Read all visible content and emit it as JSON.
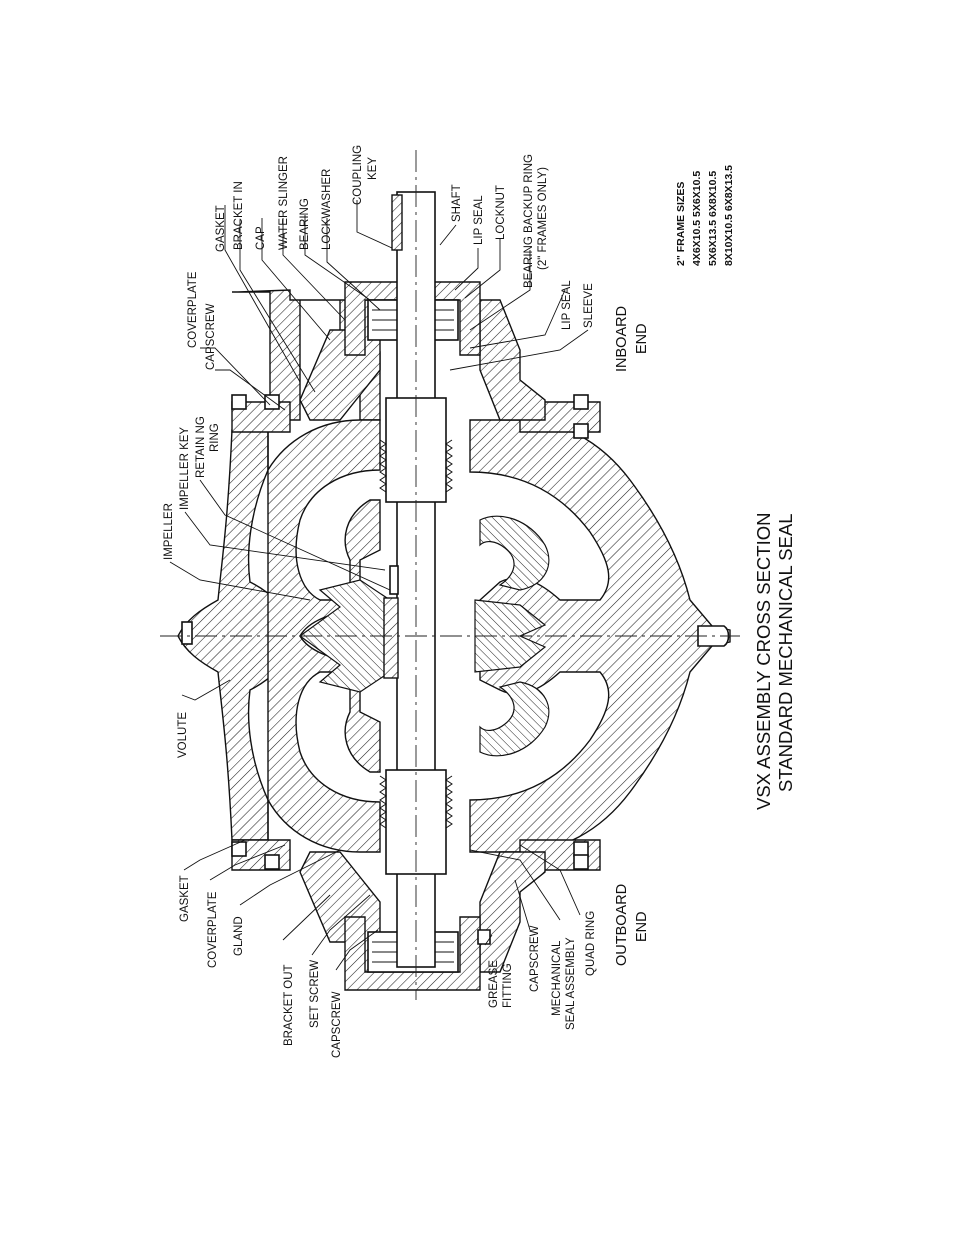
{
  "title": {
    "line1": "VSX ASSEMBLY CROSS SECTION",
    "line2": "STANDARD MECHANICAL SEAL"
  },
  "ends": {
    "inboard": [
      "INBOARD",
      "END"
    ],
    "outboard": [
      "OUTBOARD",
      "END"
    ]
  },
  "frame_sizes": {
    "heading": "2\" FRAME SIZES",
    "rows": [
      "4X6X10.5    5X6X10.5",
      "5X6X13.5    6X8X10.5",
      "8X10X10.5  6X8X13.5"
    ]
  },
  "labels": {
    "coverplate_top": "COVERPLATE",
    "capscrew_top": "CAPSCREW",
    "gasket_top": "GASKET",
    "bracket_in": "BRACKET IN",
    "cap": "CAP",
    "water_slinger": "WATER SLINGER",
    "bearing": "BEARING",
    "lockwasher": "LOCKWASHER",
    "coupling_key": [
      "COUPLING",
      "KEY"
    ],
    "shaft": "SHAFT",
    "lip_seal_top": "LIP SEAL",
    "locknut": "LOCKNUT",
    "bearing_backup_ring": [
      "BEARING BACKUP RING",
      "(2\" FRAMES ONLY)"
    ],
    "lip_seal_bottom": "LIP SEAL",
    "sleeve": "SLEEVE",
    "impeller": "IMPELLER",
    "impeller_key": "IMPELLER KEY",
    "retaining_ring": [
      "RETAIN NG",
      "RING"
    ],
    "volute": "VOLUTE",
    "gasket_bottom": "GASKET",
    "coverplate_bottom": "COVERPLATE",
    "gland": "GLAND",
    "bracket_out": "BRACKET OUT",
    "set_screw": "SET SCREW",
    "capscrew_bottom_left": "CAPSCREW",
    "grease_fitting": [
      "GREASE",
      "FITTING"
    ],
    "capscrew_bottom_right": "CAPSCREW",
    "mechanical_seal_assembly": [
      "MECHANICAL",
      "SEAL ASSEMBLY"
    ],
    "quad_ring": "QUAD RING"
  },
  "icons": [
    "pump-cross-section-drawing"
  ]
}
